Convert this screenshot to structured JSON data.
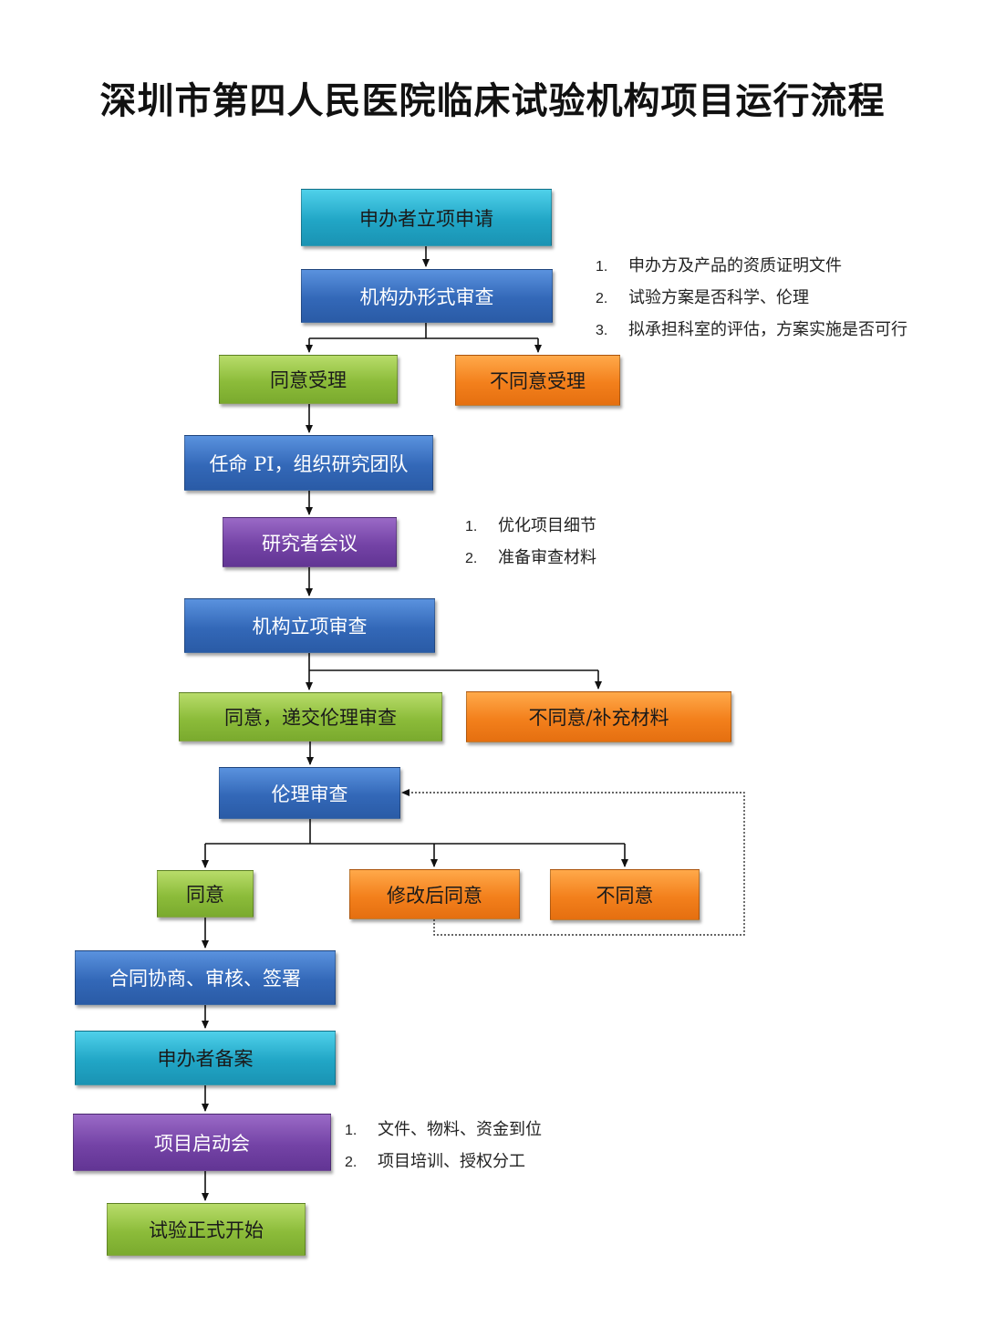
{
  "title": "深圳市第四人民医院临床试验机构项目运行流程",
  "nodes": {
    "sponsor_apply": "申办者立项申请",
    "formal_review": "机构办形式审查",
    "accept": "同意受理",
    "reject_accept": "不同意受理",
    "appoint_pi": "任命 PI，组织研究团队",
    "investigator_meeting": "研究者会议",
    "project_review": "机构立项审查",
    "agree_submit_ethics": "同意，递交伦理审查",
    "disagree_supplement": "不同意/补充材料",
    "ethics_review": "伦理审查",
    "agree": "同意",
    "agree_after_modify": "修改后同意",
    "disagree": "不同意",
    "contract": "合同协商、审核、签署",
    "sponsor_filing": "申办者备案",
    "kickoff": "项目启动会",
    "trial_start": "试验正式开始"
  },
  "notes": {
    "formal_review": [
      {
        "num": "1.",
        "text": "申办方及产品的资质证明文件"
      },
      {
        "num": "2.",
        "text": "试验方案是否科学、伦理"
      },
      {
        "num": "3.",
        "text": "拟承担科室的评估，方案实施是否可行"
      }
    ],
    "investigator_meeting": [
      {
        "num": "1.",
        "text": "优化项目细节"
      },
      {
        "num": "2.",
        "text": "准备审查材料"
      }
    ],
    "kickoff": [
      {
        "num": "1.",
        "text": "文件、物料、资金到位"
      },
      {
        "num": "2.",
        "text": "项目培训、授权分工"
      }
    ]
  },
  "colors": {
    "cyan": "#21a6c6",
    "blue": "#3368b8",
    "green": "#8cbc3a",
    "orange": "#f3801c",
    "purple": "#7443a6"
  }
}
